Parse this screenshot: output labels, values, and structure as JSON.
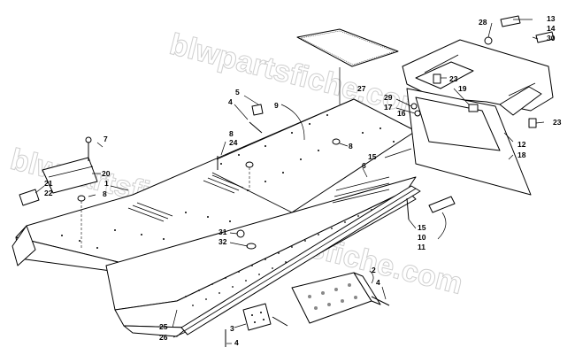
{
  "watermark": {
    "text": "blwpartsfiche.com"
  },
  "callouts": [
    {
      "id": "c7",
      "text": "7"
    },
    {
      "id": "c20",
      "text": "20"
    },
    {
      "id": "c8a",
      "text": "8"
    },
    {
      "id": "c21",
      "text": "21"
    },
    {
      "id": "c22",
      "text": "22"
    },
    {
      "id": "c1",
      "text": "1"
    },
    {
      "id": "c5",
      "text": "5"
    },
    {
      "id": "c4a",
      "text": "4"
    },
    {
      "id": "c9",
      "text": "9"
    },
    {
      "id": "c8b",
      "text": "8"
    },
    {
      "id": "c24",
      "text": "24"
    },
    {
      "id": "c27",
      "text": "27"
    },
    {
      "id": "c8c",
      "text": "8"
    },
    {
      "id": "c15a",
      "text": "15"
    },
    {
      "id": "c6",
      "text": "6"
    },
    {
      "id": "c28",
      "text": "28"
    },
    {
      "id": "c13",
      "text": "13"
    },
    {
      "id": "c14",
      "text": "14"
    },
    {
      "id": "c30",
      "text": "30"
    },
    {
      "id": "c23a",
      "text": "23"
    },
    {
      "id": "c19",
      "text": "19"
    },
    {
      "id": "c29",
      "text": "29"
    },
    {
      "id": "c16",
      "text": "16"
    },
    {
      "id": "c17",
      "text": "17"
    },
    {
      "id": "c23b",
      "text": "23"
    },
    {
      "id": "c12",
      "text": "12"
    },
    {
      "id": "c18",
      "text": "18"
    },
    {
      "id": "c15b",
      "text": "15"
    },
    {
      "id": "c10",
      "text": "10"
    },
    {
      "id": "c11",
      "text": "11"
    },
    {
      "id": "c31",
      "text": "31"
    },
    {
      "id": "c32",
      "text": "32"
    },
    {
      "id": "c2",
      "text": "2"
    },
    {
      "id": "c4b",
      "text": "4"
    },
    {
      "id": "c3",
      "text": "3"
    },
    {
      "id": "c4c",
      "text": "4"
    },
    {
      "id": "c25",
      "text": "25"
    },
    {
      "id": "c26",
      "text": "26"
    }
  ]
}
